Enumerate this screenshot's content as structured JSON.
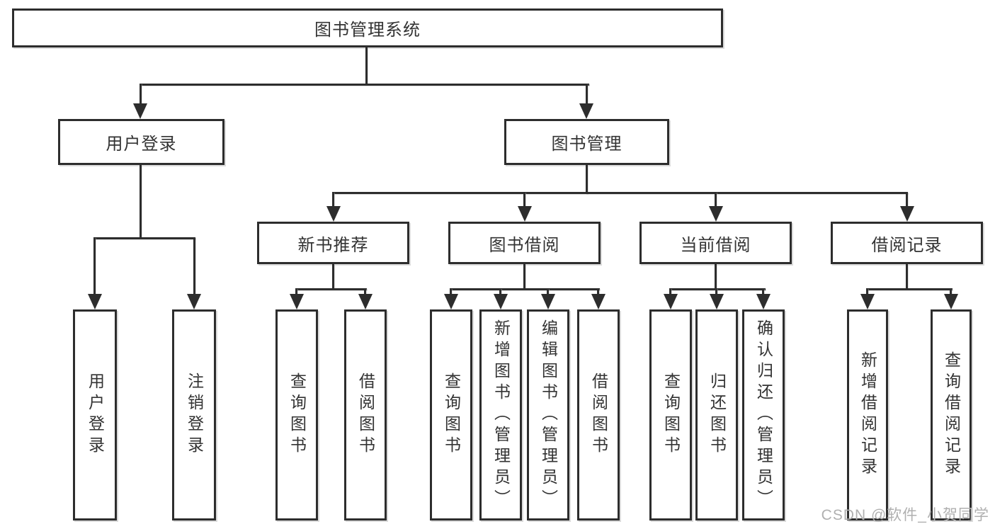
{
  "diagram": {
    "root": {
      "label": "图书管理系统"
    },
    "branches": [
      {
        "label": "用户登录",
        "children": [
          {
            "label": "用户登录"
          },
          {
            "label": "注销登录"
          }
        ]
      },
      {
        "label": "图书管理",
        "children": [
          {
            "label": "新书推荐",
            "children": [
              {
                "label": "查询图书"
              },
              {
                "label": "借阅图书"
              }
            ]
          },
          {
            "label": "图书借阅",
            "children": [
              {
                "label": "查询图书"
              },
              {
                "label": "新增图书（管理员）"
              },
              {
                "label": "编辑图书（管理员）"
              },
              {
                "label": "借阅图书"
              }
            ]
          },
          {
            "label": "当前借阅",
            "children": [
              {
                "label": "查询图书"
              },
              {
                "label": "归还图书"
              },
              {
                "label": "确认归还（管理员）"
              }
            ]
          },
          {
            "label": "借阅记录",
            "children": [
              {
                "label": "新增借阅记录"
              },
              {
                "label": "查询借阅记录"
              }
            ]
          }
        ]
      }
    ]
  },
  "watermark": {
    "text": "CSDN @软件_小贺同学"
  },
  "colors": {
    "line": "#2d2d2d",
    "text": "#333333",
    "background": "#ffffff",
    "watermark": "#b0b0b0"
  }
}
